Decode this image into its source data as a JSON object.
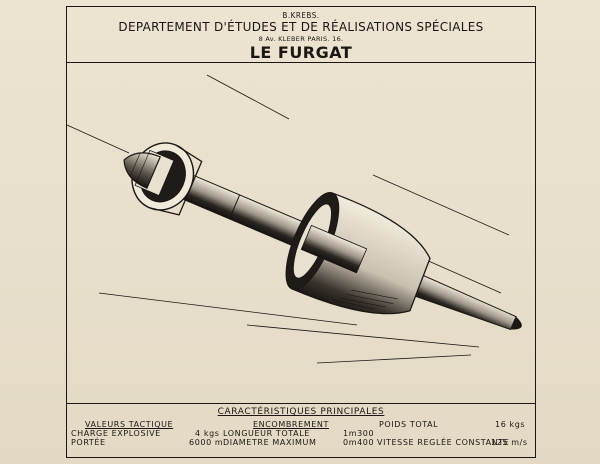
{
  "header": {
    "author": "B.KREBS.",
    "department": "DEPARTEMENT D'ÉTUDES ET DE RÉALISATIONS SPÉCIALES",
    "address": "8 Av. KLEBER PARIS. 16.",
    "title": "LE FURGAT"
  },
  "specs": {
    "title": "CARACTÉRISTIQUES PRINCIPALES",
    "col1_heading": "VALEURS TACTIQUE",
    "charge_label": "CHARGE EXPLOSIVE",
    "charge_value": "4 kgs",
    "range_label": "PORTÉE",
    "range_value": "6000 m",
    "col2_heading": "ENCOMBREMENT",
    "length_label": "LONGUEUR TOTALE",
    "length_value": "1m300",
    "diameter_label": "DIAMETRE MAXIMUM",
    "diameter_value": "0m400",
    "weight_label": "POIDS TOTAL",
    "weight_value": "16 kgs",
    "speed_label": "VITESSE REGLÉE CONSTANTE",
    "speed_value": "125 m/s"
  },
  "colors": {
    "paper": "#e9e0cc",
    "ink": "#1a1714"
  }
}
